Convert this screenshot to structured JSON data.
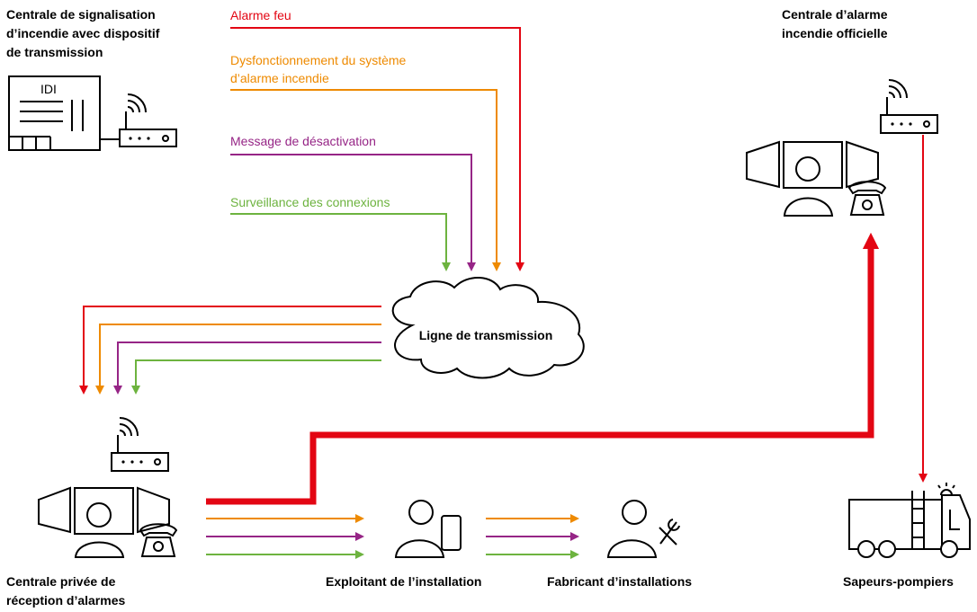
{
  "colors": {
    "fire": "#e30613",
    "malfunction": "#ee8a00",
    "deactivation": "#962586",
    "connection": "#6db33f",
    "outline": "#000000"
  },
  "signals": {
    "fire": "Alarme feu",
    "malfunction_line1": "Dysfonctionnement du système",
    "malfunction_line2": "d’alarme incendie",
    "deactivation": "Message de désactivation",
    "connection": "Surveillance des connexions"
  },
  "nodes": {
    "fire_panel_line1": "Centrale de signalisation",
    "fire_panel_line2": "d’incendie avec dispositif",
    "fire_panel_line3": "de transmission",
    "fire_panel_tag": "IDI",
    "official_center_line1": "Centrale d’alarme",
    "official_center_line2": "incendie officielle",
    "transmission_line": "Ligne de transmission",
    "private_center_line1": "Centrale privée de",
    "private_center_line2": "réception d’alarmes",
    "operator": "Exploitant de l’installation",
    "manufacturer": "Fabricant d’installations",
    "firefighters": "Sapeurs-pompiers"
  }
}
